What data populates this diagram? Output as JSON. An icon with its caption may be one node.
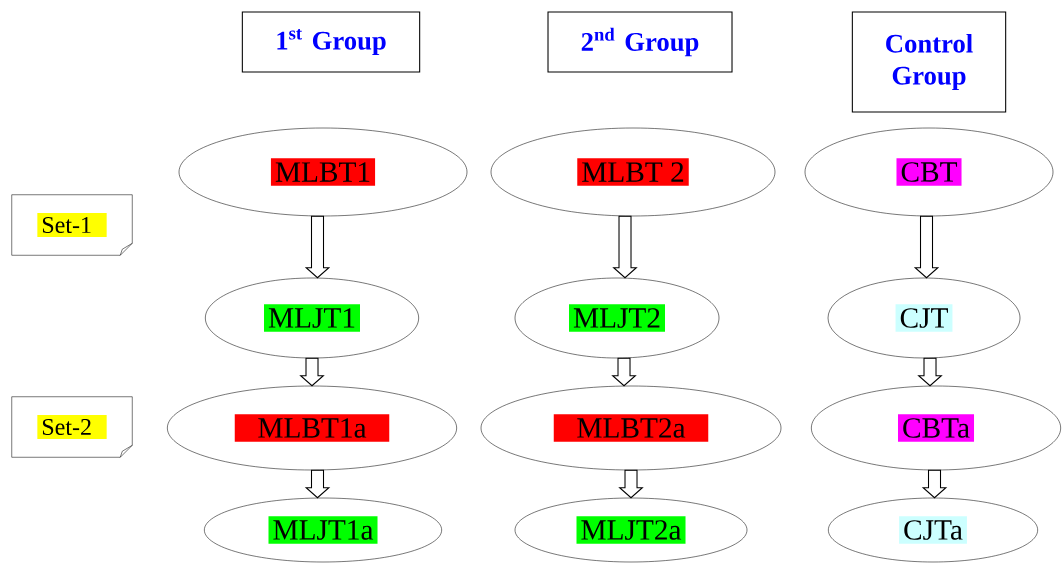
{
  "diagram": {
    "nodes": [
      {
        "text": [
          "1$^{st}$ Group"
        ]
      },
      {
        "text": [
          "2$^{nd}$ Group"
        ]
      },
      {
        "text": [
          "Control Group"
        ]
      },
      {
        "text": [
          "Set-1"
        ]
      },
      {
        "text": [
          "Set-2"
        ]
      },
      {
        "text": [
          "MLBT1"
        ]
      },
      {
        "text": [
          "MLBT 2"
        ]
      },
      {
        "text": [
          "CBT"
        ]
      },
      {
        "text": [
          "MLJT1"
        ]
      },
      {
        "text": [
          "MLJT2"
        ]
      },
      {
        "text": [
          "CJT"
        ]
      },
      {
        "text": [
          "MLBT1a"
        ]
      },
      {
        "text": [
          "MLBT2a"
        ]
      },
      {
        "text": [
          "CBTa"
        ]
      },
      {
        "text": [
          "MLJT1a"
        ]
      },
      {
        "text": [
          "MLJT2a"
        ]
      },
      {
        "text": [
          "CJTa"
        ]
      }
    ],
    "edges": [
      {
        "from": 5,
        "to": 8,
        "arrow": "to"
      },
      {
        "from": 8,
        "to": 11,
        "arrow": "to"
      },
      {
        "from": 11,
        "to": 14,
        "arrow": "to"
      },
      {
        "from": 6,
        "to": 9,
        "arrow": "to"
      },
      {
        "from": 9,
        "to": 12,
        "arrow": "to"
      },
      {
        "from": 12,
        "to": 15,
        "arrow": "to"
      },
      {
        "from": 7,
        "to": 10,
        "arrow": "to"
      },
      {
        "from": 10,
        "to": 13,
        "arrow": "to"
      },
      {
        "from": 13,
        "to": 16,
        "arrow": "to"
      }
    ]
  }
}
